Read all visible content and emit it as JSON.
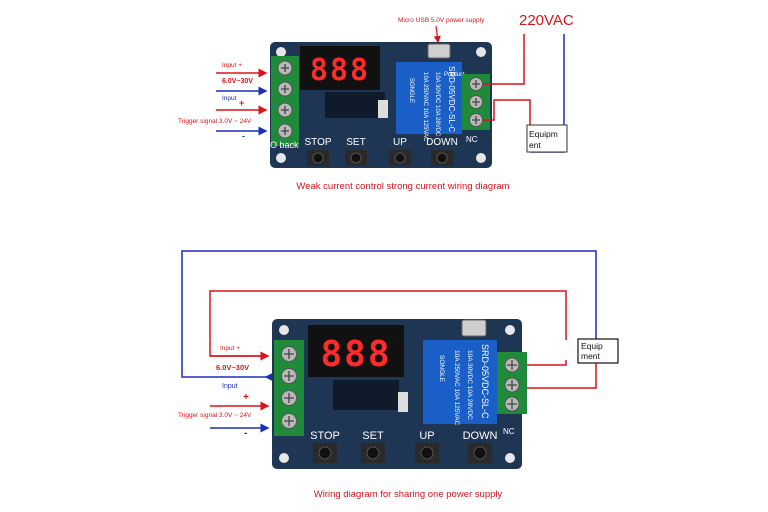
{
  "diagram1": {
    "caption": "Weak current control strong current wiring diagram",
    "usb_label": "Micro USB 5.0V power supply",
    "ac_label": "220VAC",
    "equipment_label": "Equipm\nent",
    "input_plus": "Input +",
    "voltage": "6.0V~30V",
    "input_minus": "Input",
    "trigger": "Trigger signal 3.0V ~ 24V",
    "plus": "+",
    "minus": "-",
    "buttons": [
      "STOP",
      "SET",
      "UP",
      "DOWN"
    ],
    "back": "O back",
    "nc": "NC",
    "relay_brand": "SONGLE",
    "relay_model": "SRD-05VDC-SL-C",
    "relay_rating1": "10A 250VAC 10A 125VAC",
    "relay_rating2": "10A 30VDC 10A 28VDC",
    "product": "Product"
  },
  "diagram2": {
    "caption": "Wiring diagram for sharing one power supply",
    "equipment_label": "Equip\nment",
    "input_plus": "Input +",
    "voltage": "6.0V~30V",
    "input_minus": "Input",
    "trigger": "Trigger signal 3.0V ~ 24V",
    "plus": "+",
    "minus": "-",
    "buttons": [
      "STOP",
      "SET",
      "UP",
      "DOWN"
    ],
    "nc": "NC",
    "relay_brand": "SONGLE",
    "relay_model": "SRD-05VDC-SL-C",
    "relay_rating1": "10A 250VAC 10A 125VAC",
    "relay_rating2": "10A 30VDC 10A 28VDC"
  },
  "colors": {
    "wire_red": "#d8141c",
    "wire_blue": "#1c2fb8",
    "pcb": "#1f3554",
    "relay": "#1a5fc8",
    "terminal": "#1e8a3a"
  }
}
